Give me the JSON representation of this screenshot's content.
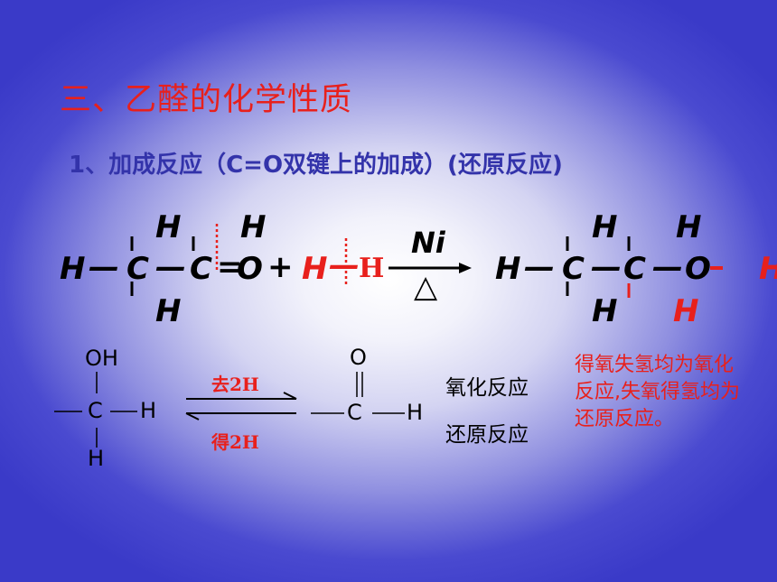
{
  "title": "三、乙醛的化学性质",
  "subtitle": "1、加成反应（C=O双键上的加成）(还原反应)",
  "reaction": {
    "r_H_left": "H",
    "r_bond1": "—",
    "r_C1": "C",
    "r_bond2": "—",
    "r_C2": "C",
    "r_double": "=",
    "r_O": "O",
    "r_plus": "+",
    "r_H_top1": "H",
    "r_H_top2": "H",
    "r_H_bottom": "H",
    "h2_left": "H",
    "h2_bond": "—",
    "h2_right": "H",
    "catalyst": "Ni",
    "condition": "△",
    "p_H_left": "H",
    "p_bond1": "—",
    "p_C1": "C",
    "p_bond2": "—",
    "p_C2": "C",
    "p_bond3": "—",
    "p_O": "O",
    "p_H_top1": "H",
    "p_H_top2": "H",
    "p_H_bottom1": "H",
    "p_H_bottom2": "H",
    "p_H_right": "H"
  },
  "alcohol": {
    "oh": "OH",
    "c": "C",
    "h_right": "H",
    "h_bottom": "H"
  },
  "aldehyde": {
    "o": "O",
    "c": "C",
    "h_right": "H"
  },
  "arrows": {
    "forward_label": "去2H",
    "backward_label": "得2H"
  },
  "labels": {
    "oxidation": "氧化反应",
    "reduction": "还原反应"
  },
  "note": "得氧失氢均为氧化反应,失氧得氢均为还原反应。",
  "colors": {
    "title": "#e8201c",
    "subtitle": "#3333aa",
    "accent": "#e8201c",
    "background_edge": "#3a3ac8"
  }
}
